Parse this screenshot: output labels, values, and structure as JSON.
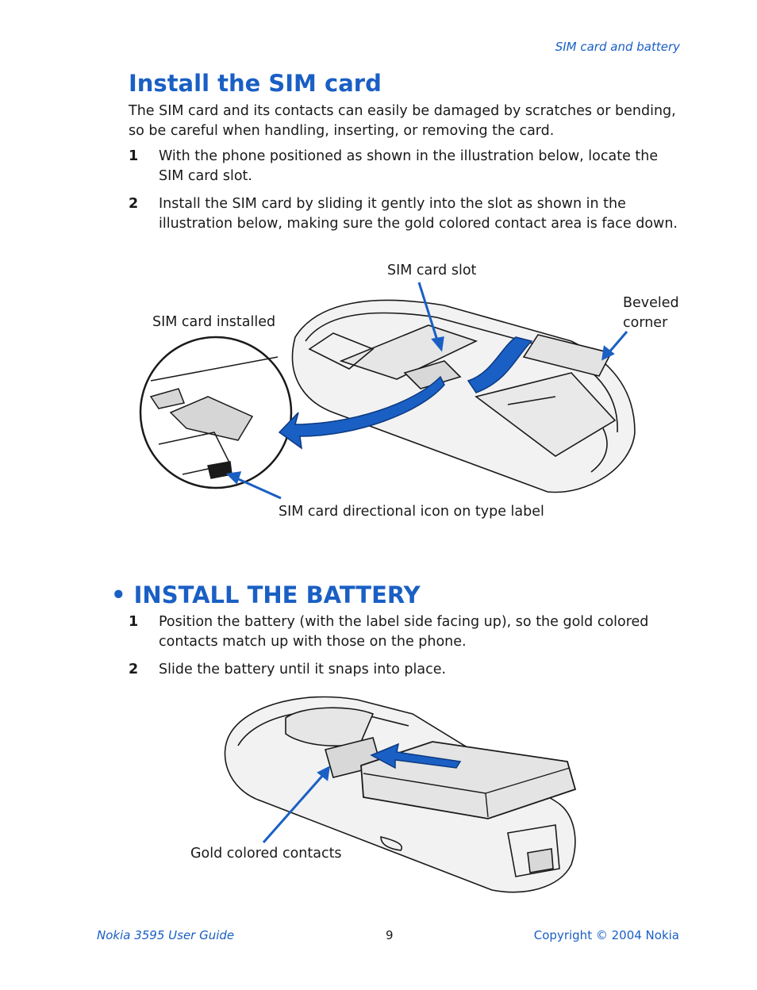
{
  "header": {
    "section": "SIM card and battery"
  },
  "sim": {
    "title": "Install the SIM card",
    "intro": "The SIM card and its contacts can easily be damaged by scratches or bending, so be careful when handling, inserting, or removing the card.",
    "steps": [
      {
        "num": "1",
        "text": "With the phone positioned as shown in the illustration below, locate the SIM card slot."
      },
      {
        "num": "2",
        "text": "Install the SIM card by sliding it gently into the slot as shown in the illustration below, making sure the gold colored contact area is face down."
      }
    ],
    "figure_labels": {
      "slot": "SIM card slot",
      "beveled": "Beveled corner",
      "installed": "SIM card installed",
      "icon": "SIM card directional icon on type label"
    }
  },
  "battery": {
    "title": "• INSTALL THE BATTERY",
    "steps": [
      {
        "num": "1",
        "text": "Position the battery (with the label side facing up), so the gold colored contacts match up with those on the phone."
      },
      {
        "num": "2",
        "text": "Slide the battery until it snaps into place."
      }
    ],
    "figure_labels": {
      "contacts": "Gold colored contacts"
    }
  },
  "footer": {
    "left": "Nokia 3595 User Guide",
    "page": "9",
    "right": "Copyright © 2004 Nokia"
  },
  "colors": {
    "accent": "#1a5fc4"
  }
}
